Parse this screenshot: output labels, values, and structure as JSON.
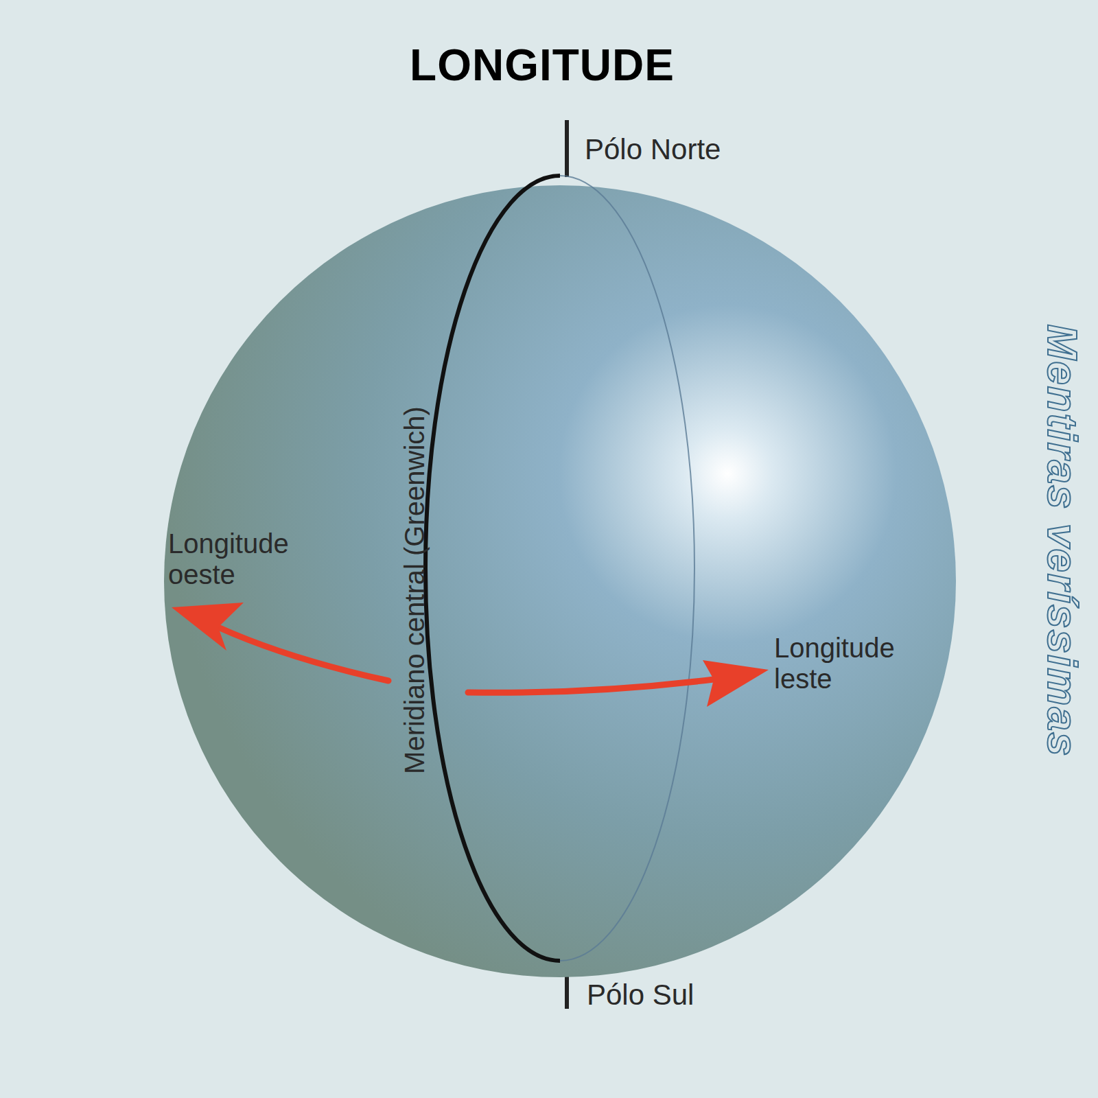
{
  "diagram": {
    "title": "LONGITUDE",
    "labels": [
      "Pólo Norte",
      "Pólo Sul",
      "Longitude oeste",
      "Longitude leste",
      "Meridiano central (Greenwich)",
      "Mentiras veríssimas"
    ]
  }
}
